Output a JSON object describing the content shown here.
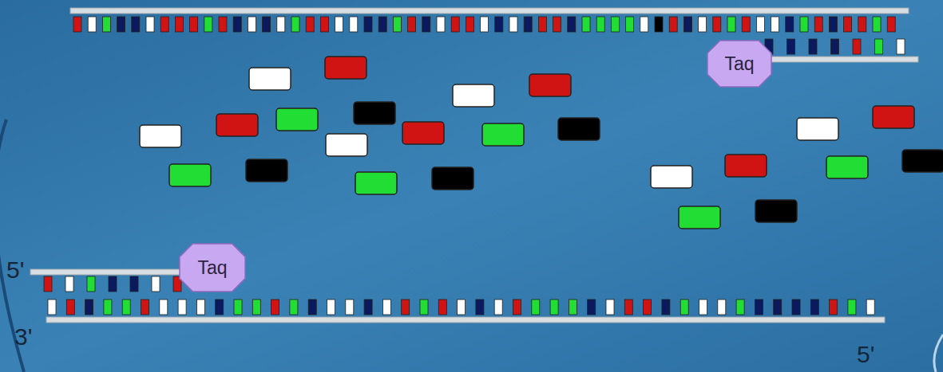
{
  "diagram": {
    "nodes": [
      {
        "text": [
          "Taq"
        ]
      },
      {
        "text": [
          "Taq"
        ]
      }
    ],
    "labels": [
      "5'",
      "3'",
      "5'"
    ]
  }
}
